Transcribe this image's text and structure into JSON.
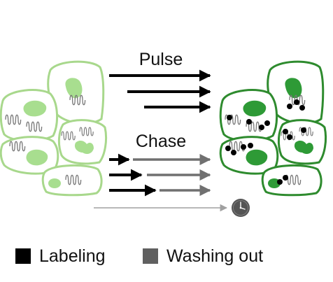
{
  "diagram": {
    "pulse_label": "Pulse",
    "chase_label": "Chase"
  },
  "legend": {
    "labeling_label": "Labeling",
    "washing_out_label": "Washing out"
  },
  "colors": {
    "cell_light_outline": "#a8d88c",
    "cell_light_nucleus": "#a8de8f",
    "cell_dark_outline": "#2e8b2e",
    "cell_dark_nucleus": "#2e9a36",
    "membrane": "#777777",
    "pulse_arrow": "#000000",
    "chase_arrow_black": "#000000",
    "chase_arrow_gray": "#707070",
    "timeline_arrow": "#a0a0a0",
    "clock": "#555555",
    "labeling_swatch": "#000000",
    "washing_swatch": "#606060"
  },
  "icons": {
    "clock": "clock-icon",
    "membrane": "membrane-squiggle-icon"
  }
}
